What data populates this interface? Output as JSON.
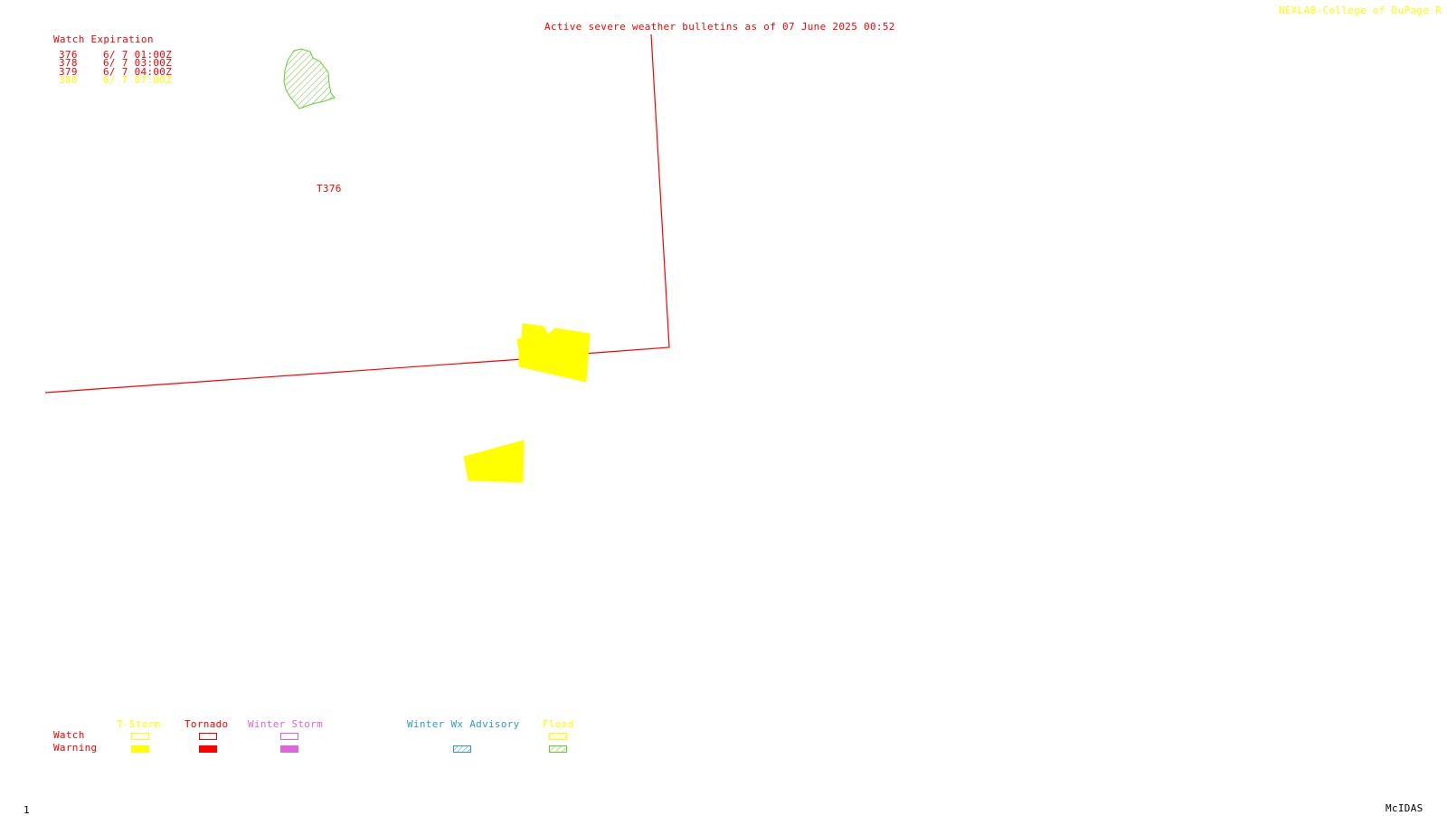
{
  "header": {
    "title": "Active severe weather bulletins as of 07 June 2025 00:52",
    "credit": "NEXLAB-College of DuPage R"
  },
  "watch_expiration": {
    "heading": "Watch Expiration",
    "rows": [
      {
        "id": "376",
        "time": "6/ 7 01:00Z",
        "color": "#ff0000"
      },
      {
        "id": "378",
        "time": "6/ 7 03:00Z",
        "color": "#ff0000"
      },
      {
        "id": "379",
        "time": "6/ 7 04:00Z",
        "color": "#ff0000"
      },
      {
        "id": "380",
        "time": "6/ 7 07:00Z",
        "color": "#ffff00"
      }
    ]
  },
  "map": {
    "watch_label": "T376",
    "line_color": "#ff0000",
    "warning_color": "#ffff00",
    "flood_color": "#66cc33"
  },
  "legend": {
    "row_labels": {
      "watch": "Watch",
      "warning": "Warning"
    },
    "columns": [
      {
        "label": "T-Storm",
        "color": "#ffff00",
        "watch": "outline",
        "warning": "fill"
      },
      {
        "label": "Tornado",
        "color": "#ff0000",
        "watch": "outline",
        "warning": "fill"
      },
      {
        "label": "Winter Storm",
        "color": "#dd66dd",
        "watch": "outline",
        "warning": "fill"
      },
      {
        "label": "Winter Wx Advisory",
        "color": "#3399cc",
        "watch": "none",
        "warning": "hatch"
      },
      {
        "label": "Flood",
        "color": "#66cc33",
        "watch": "hatch-yellow",
        "warning": "hatch"
      }
    ]
  },
  "footer": {
    "frame": "1",
    "software": "McIDAS"
  }
}
